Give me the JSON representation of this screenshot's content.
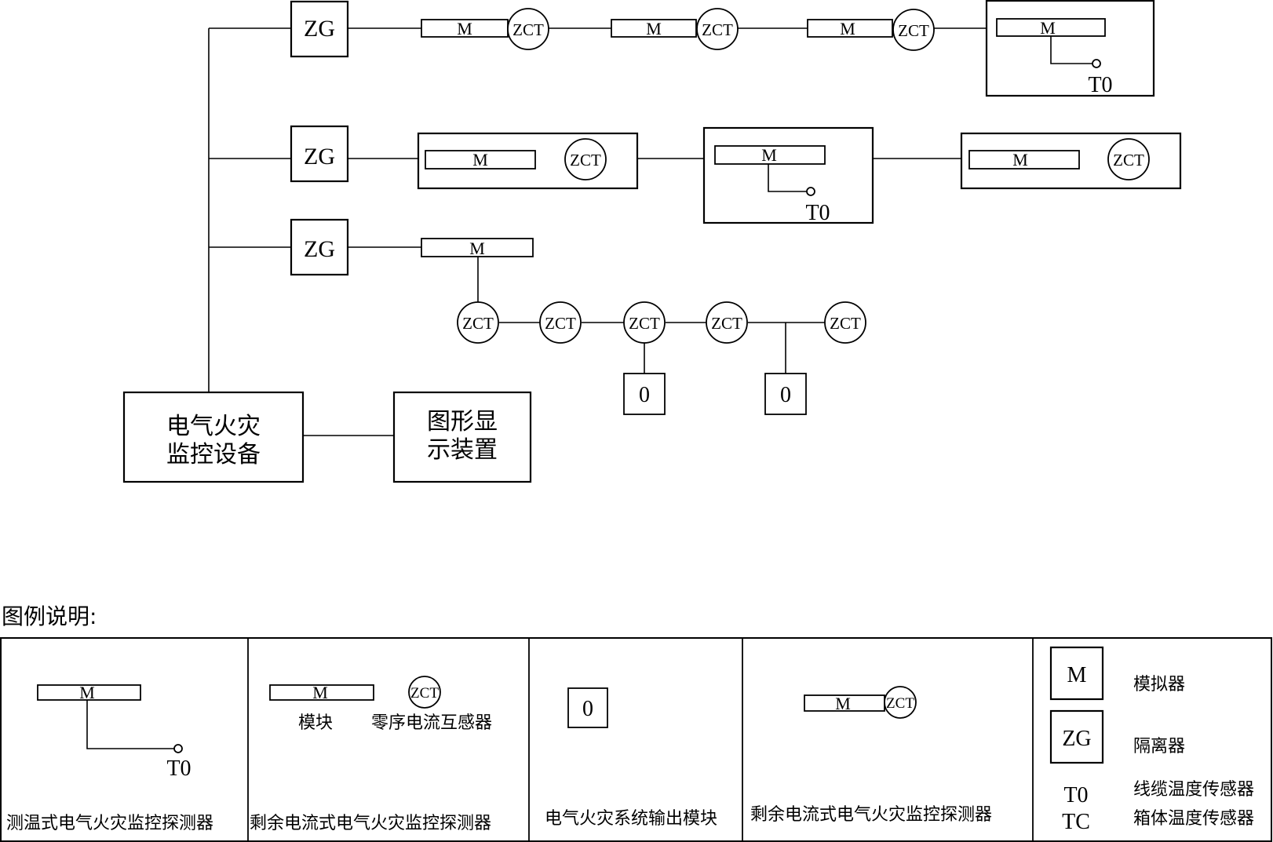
{
  "labels": {
    "zg": "ZG",
    "m": "M",
    "zct": "ZCT",
    "t0": "T0",
    "zero": "0"
  },
  "main_device": {
    "line1": "电气火灾",
    "line2": "监控设备"
  },
  "display_device": {
    "line1": "图形显",
    "line2": "示装置"
  },
  "legend": {
    "title": "图例说明:",
    "cells": [
      {
        "caption": "测温式电气火灾监控探测器"
      },
      {
        "caption": "剩余电流式电气火灾监控探测器",
        "module_label": "模块",
        "zct_label": "零序电流互感器"
      },
      {
        "caption": "电气火灾系统输出模块"
      },
      {
        "caption": "剩余电流式电气火灾监控探测器"
      }
    ],
    "key": [
      {
        "symbol": "M",
        "meaning": "模拟器"
      },
      {
        "symbol": "ZG",
        "meaning": "隔离器"
      },
      {
        "symbol": "T0",
        "meaning": "线缆温度传感器"
      },
      {
        "symbol": "TC",
        "meaning": "箱体温度传感器"
      }
    ]
  }
}
